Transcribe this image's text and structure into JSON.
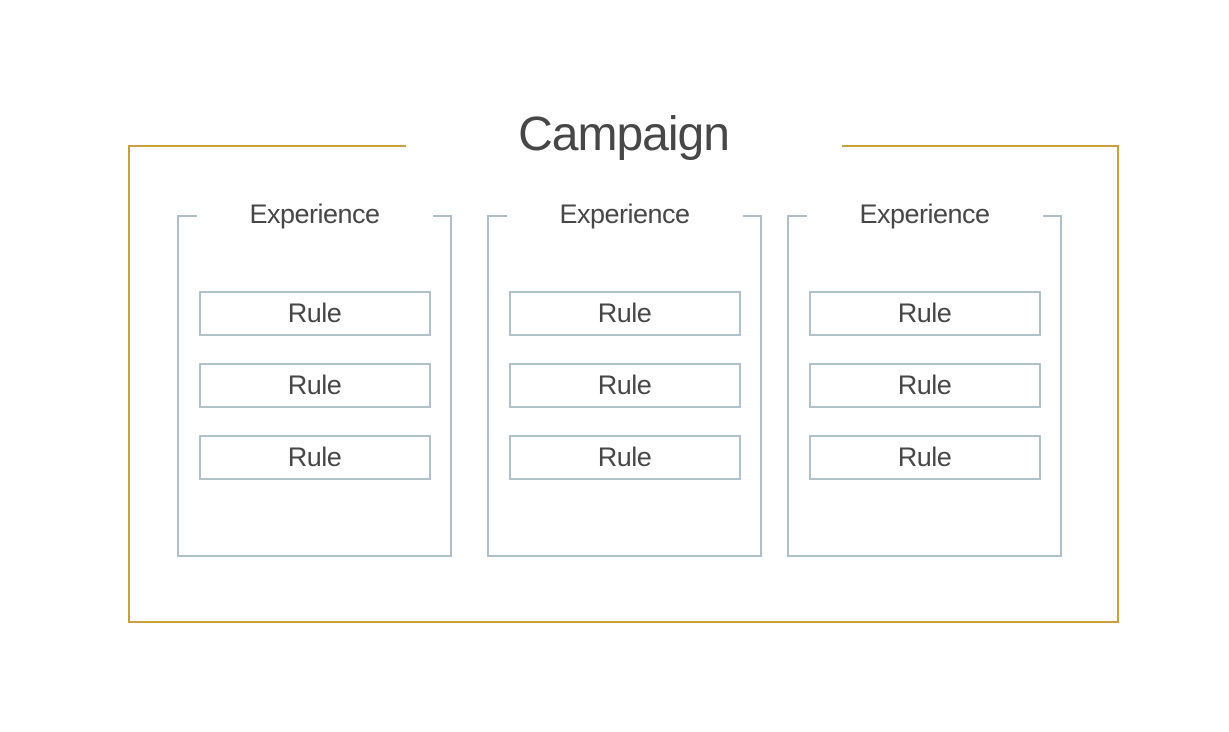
{
  "campaign": {
    "title": "Campaign",
    "experiences": [
      {
        "title": "Experience",
        "rules": [
          "Rule",
          "Rule",
          "Rule"
        ]
      },
      {
        "title": "Experience",
        "rules": [
          "Rule",
          "Rule",
          "Rule"
        ]
      },
      {
        "title": "Experience",
        "rules": [
          "Rule",
          "Rule",
          "Rule"
        ]
      }
    ]
  },
  "colors": {
    "campaign_border": "#C7A23C",
    "experience_border": "#AEBFC9",
    "rule_border": "#B0C1CB",
    "text": "#474747",
    "background": "#FFFFFF"
  }
}
